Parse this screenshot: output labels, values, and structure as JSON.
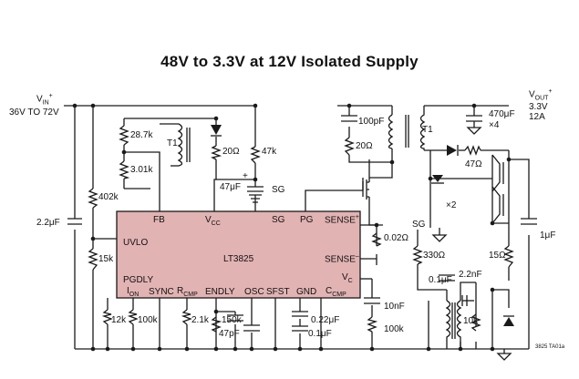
{
  "title": "48V to 3.3V at 12V Isolated Supply",
  "colors": {
    "ic_fill": "#e2b3b3",
    "wire": "#1a1a1a",
    "background": "#ffffff"
  },
  "input": {
    "name": "V",
    "sub": "IN",
    "sup": "+",
    "range": "36V TO 72V"
  },
  "output": {
    "name": "V",
    "sub": "OUT",
    "sup": "+",
    "voltage": "3.3V",
    "current": "12A"
  },
  "ic": {
    "part": "LT3825",
    "pins": {
      "fb": "FB",
      "vcc": "V",
      "vcc_sub": "CC",
      "sg": "SG",
      "pg": "PG",
      "sense_plus": "SENSE",
      "sense_plus_sup": "+",
      "uvlo": "UVLO",
      "sense_minus": "SENSE",
      "sense_minus_sup": "–",
      "pgdly": "PGDLY",
      "vc": "V",
      "vc_sub": "C",
      "ion": "I",
      "ion_sub": "ON",
      "sync": "SYNC",
      "rcmp": "R",
      "rcmp_sub": "CMP",
      "endly": "ENDLY",
      "osc": "OSC",
      "sfst": "SFST",
      "gnd": "GND",
      "ccmp": "C",
      "ccmp_sub": "CMP"
    }
  },
  "net_labels": {
    "sg_top": "SG",
    "sg_right": "SG",
    "x2": "×2",
    "x4": "×4",
    "plus": "+"
  },
  "components": {
    "r_28k7": "28.7k",
    "r_3k01": "3.01k",
    "t1_left": "T1",
    "r_20_a": "20Ω",
    "r_47k": "47k",
    "c_47u": "47μF",
    "r_402k": "402k",
    "c_2u2": "2.2μF",
    "r_15k": "15k",
    "c_100p": "100pF",
    "r_20_b": "20Ω",
    "t1_right": "T1",
    "c_470u": "470μF",
    "r_47": "47Ω",
    "r_0m02": "0.02Ω",
    "r_330": "330Ω",
    "c_0u1_a": "0.1μF",
    "c_2n2": "2.2nF",
    "c_1u": "1μF",
    "r_15": "15Ω",
    "c_10n": "10nF",
    "r_100k_r": "100k",
    "r_10k": "10k",
    "r_12k": "12k",
    "r_100k_l": "100k",
    "r_2k1": "2.1k",
    "r_150k": "150k",
    "c_47p": "47pF",
    "c_0u22": "0.22μF",
    "c_0u1_b": "0.1μF"
  },
  "footnote": "3825 TA01a"
}
